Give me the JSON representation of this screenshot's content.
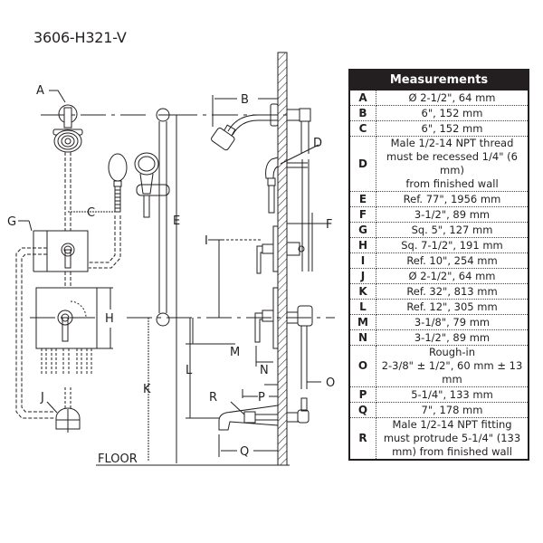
{
  "title": "3606-H321-V",
  "diagram": {
    "callouts": {
      "A": "A",
      "B": "B",
      "C": "C",
      "D": "D",
      "E": "E",
      "F": "F",
      "G": "G",
      "H": "H",
      "I": "I",
      "J": "J",
      "K": "K",
      "L": "L",
      "M": "M",
      "N": "N",
      "O": "O",
      "P": "P",
      "Q": "Q",
      "R": "R"
    },
    "floor_label": "FLOOR"
  },
  "table": {
    "header": "Measurements",
    "rows": [
      {
        "key": "A",
        "value": "Ø 2-1/2\", 64 mm"
      },
      {
        "key": "B",
        "value": "6\", 152 mm"
      },
      {
        "key": "C",
        "value": "6\", 152 mm"
      },
      {
        "key": "D",
        "value": "Male 1/2-14 NPT thread\nmust be recessed 1/4\" (6\nmm)\nfrom finished wall"
      },
      {
        "key": "E",
        "value": "Ref. 77\", 1956 mm"
      },
      {
        "key": "F",
        "value": "3-1/2\", 89 mm"
      },
      {
        "key": "G",
        "value": "Sq. 5\", 127 mm"
      },
      {
        "key": "H",
        "value": "Sq. 7-1/2\", 191 mm"
      },
      {
        "key": "I",
        "value": "Ref. 10\", 254 mm"
      },
      {
        "key": "J",
        "value": "Ø 2-1/2\", 64 mm"
      },
      {
        "key": "K",
        "value": "Ref. 32\", 813 mm"
      },
      {
        "key": "L",
        "value": "Ref. 12\", 305 mm"
      },
      {
        "key": "M",
        "value": "3-1/8\", 79 mm"
      },
      {
        "key": "N",
        "value": "3-1/2\", 89 mm"
      },
      {
        "key": "O",
        "value": "Rough-in\n2-3/8\" ± 1/2\", 60 mm ± 13\nmm"
      },
      {
        "key": "P",
        "value": "5-1/4\", 133 mm"
      },
      {
        "key": "Q",
        "value": "7\", 178 mm"
      },
      {
        "key": "R",
        "value": "Male 1/2-14 NPT fitting\nmust protrude 5-1/4\" (133\nmm) from finished wall"
      }
    ]
  }
}
